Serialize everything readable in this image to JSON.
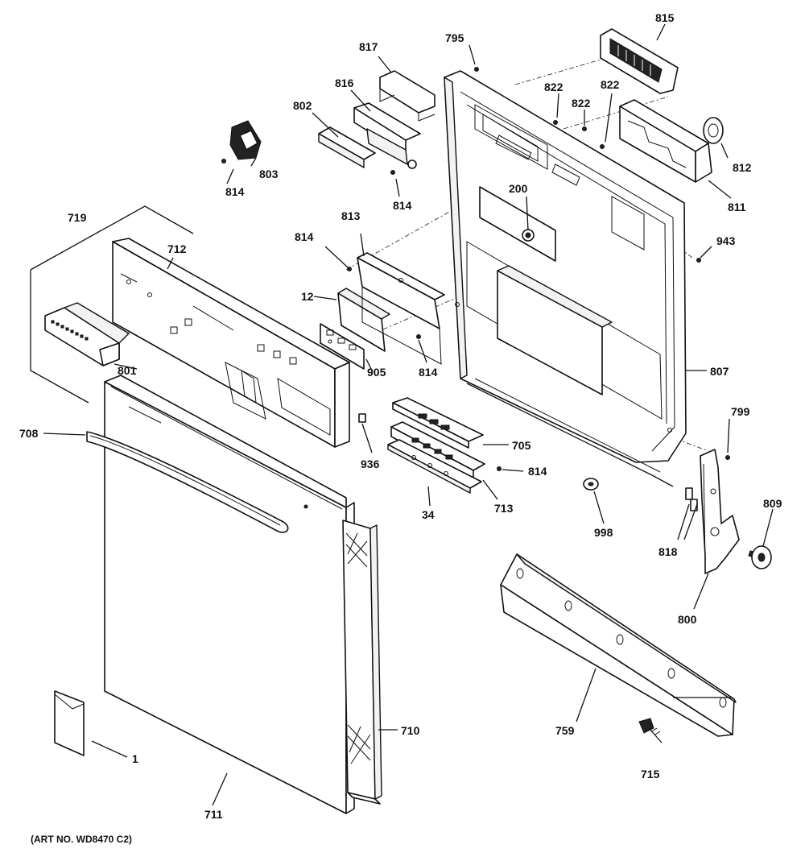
{
  "labels": {
    "p1": "1",
    "p12": "12",
    "p34": "34",
    "p200": "200",
    "p705": "705",
    "p708": "708",
    "p710": "710",
    "p711": "711",
    "p712": "712",
    "p713": "713",
    "p715": "715",
    "p719": "719",
    "p759": "759",
    "p795": "795",
    "p799": "799",
    "p800": "800",
    "p801": "801",
    "p802": "802",
    "p803": "803",
    "p807": "807",
    "p809": "809",
    "p811": "811",
    "p812": "812",
    "p813": "813",
    "p814": "814",
    "p815": "815",
    "p816": "816",
    "p817": "817",
    "p818": "818",
    "p822": "822",
    "p905": "905",
    "p936": "936",
    "p943": "943",
    "p998": "998"
  },
  "footer": {
    "art_number": "(ART NO. WD8470 C2)"
  }
}
